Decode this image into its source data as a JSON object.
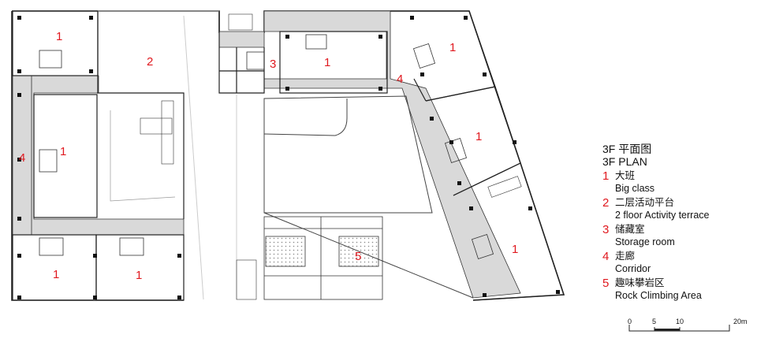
{
  "legend": {
    "title_cn": "3F 平面图",
    "title_en": "3F PLAN",
    "items": [
      {
        "num": "1",
        "cn": "大班",
        "en": "Big class"
      },
      {
        "num": "2",
        "cn": "二层活动平台",
        "en": "2 floor Activity terrace"
      },
      {
        "num": "3",
        "cn": "储藏室",
        "en": "Storage room"
      },
      {
        "num": "4",
        "cn": "走廊",
        "en": "Corridor"
      },
      {
        "num": "5",
        "cn": "趣味攀岩区",
        "en": "Rock Climbing Area"
      }
    ]
  },
  "plan_labels": [
    {
      "id": "big-class-top-left",
      "text": "1"
    },
    {
      "id": "terrace",
      "text": "2"
    },
    {
      "id": "storage",
      "text": "3"
    },
    {
      "id": "big-class-top-center",
      "text": "1"
    },
    {
      "id": "corridor-right",
      "text": "4"
    },
    {
      "id": "big-class-right-1",
      "text": "1"
    },
    {
      "id": "corridor-left",
      "text": "4"
    },
    {
      "id": "big-class-left-mid",
      "text": "1"
    },
    {
      "id": "big-class-right-2",
      "text": "1"
    },
    {
      "id": "big-class-right-3",
      "text": "1"
    },
    {
      "id": "climbing",
      "text": "5"
    },
    {
      "id": "big-class-bottom-left",
      "text": "1"
    },
    {
      "id": "big-class-bottom-mid",
      "text": "1"
    }
  ],
  "scale": {
    "ticks": [
      "0",
      "5",
      "10",
      "20m"
    ]
  },
  "colors": {
    "corridor": "#d9d9d9",
    "wall": "#222222",
    "label": "#e0191f"
  }
}
